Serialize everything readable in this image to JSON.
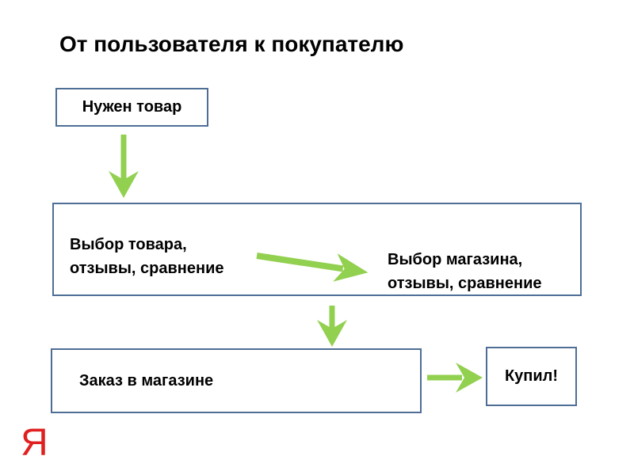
{
  "title": "От пользователя к покупателю",
  "colors": {
    "arrow_green": "#92d050",
    "box_border": "#4e6e96",
    "logo_red": "#e02020",
    "text_color": "#000000",
    "bg": "#ffffff"
  },
  "boxes": {
    "need_product": {
      "label": "Нужен товар"
    },
    "selection": {
      "left_text": "Выбор товара,\nотзывы, сравнение",
      "right_text": "Выбор магазина,\nотзывы, сравнение"
    },
    "order": {
      "label": "Заказ в магазине"
    },
    "bought": {
      "label": "Купил!"
    }
  },
  "logo": {
    "letter": "Я"
  }
}
